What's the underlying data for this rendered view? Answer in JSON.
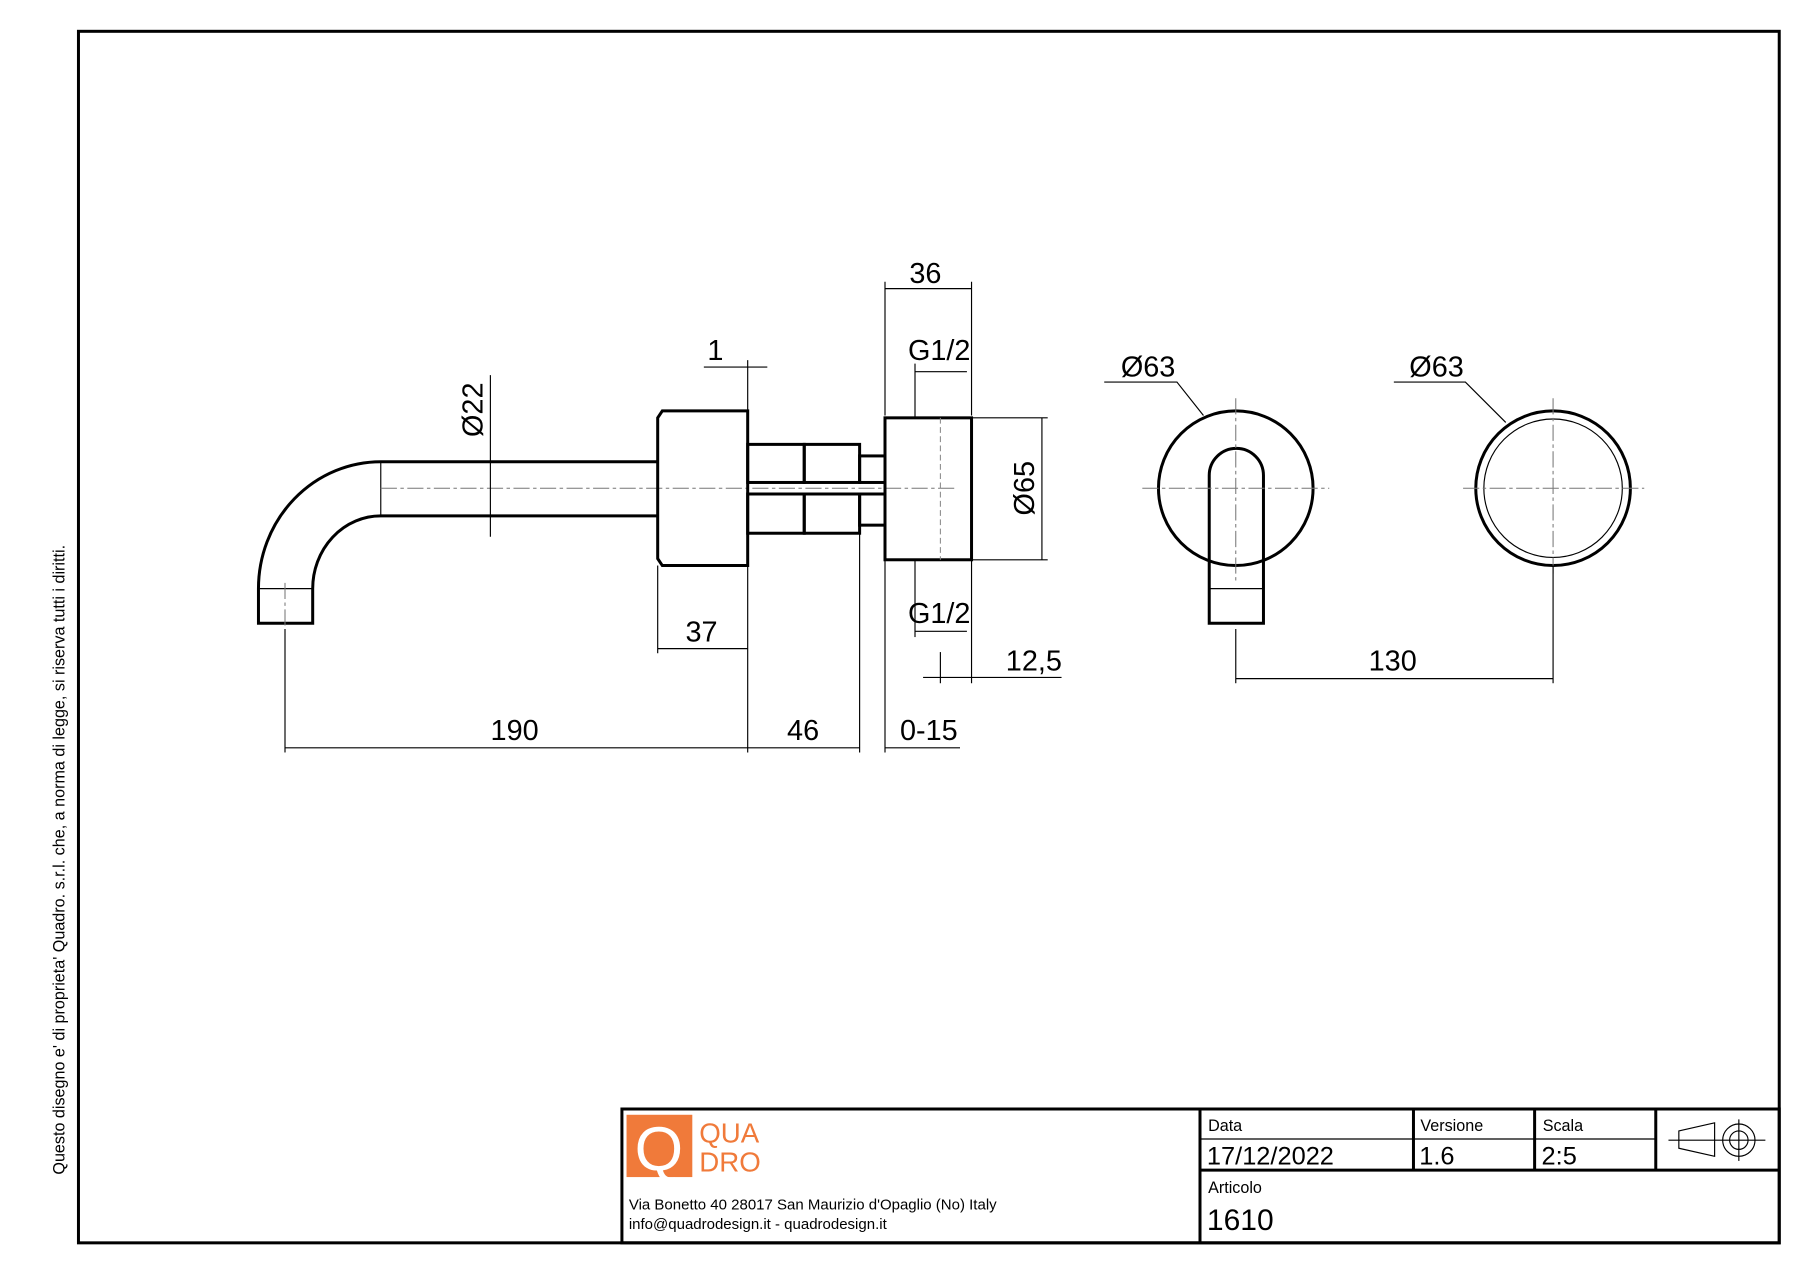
{
  "copyright": "Questo disegno e' di proprieta' Quadro. s.r.l. che, a norma di legge, si riserva tutti i diritti.",
  "dimensions": {
    "d36": "36",
    "d1": "1",
    "g12_top": "G1/2",
    "g12_bottom": "G1/2",
    "dia22": "22",
    "dia65": "65",
    "d37": "37",
    "d12_5": "12,5",
    "d190": "190",
    "d46": "46",
    "d0_15": "0-15",
    "dia63_handle": "63",
    "dia63_cover": "63",
    "d130": "130",
    "diameter_symbol": "Ø"
  },
  "title_block": {
    "logo_letter": "Q",
    "logo_line1": "QUA",
    "logo_line2": "DRO",
    "address": "Via Bonetto 40  28017 San Maurizio d'Opaglio (No) Italy",
    "contacts": "info@quadrodesign.it  -  quadrodesign.it",
    "data_label": "Data",
    "data_value": "17/12/2022",
    "versione_label": "Versione",
    "versione_value": "1.6",
    "scala_label": "Scala",
    "scala_value": "2:5",
    "articolo_label": "Articolo",
    "articolo_value": "1610",
    "projection_icon": "first-angle-projection-icon"
  },
  "colors": {
    "brand": "#f07a3a"
  }
}
